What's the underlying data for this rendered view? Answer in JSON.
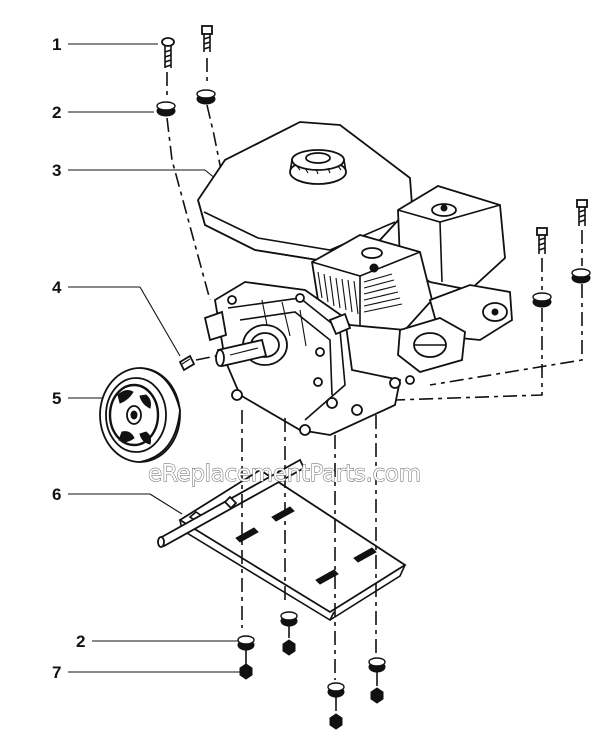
{
  "callouts": [
    "1",
    "2",
    "3",
    "4",
    "5",
    "6",
    "2",
    "7"
  ],
  "watermark": "eReplacementParts.com"
}
